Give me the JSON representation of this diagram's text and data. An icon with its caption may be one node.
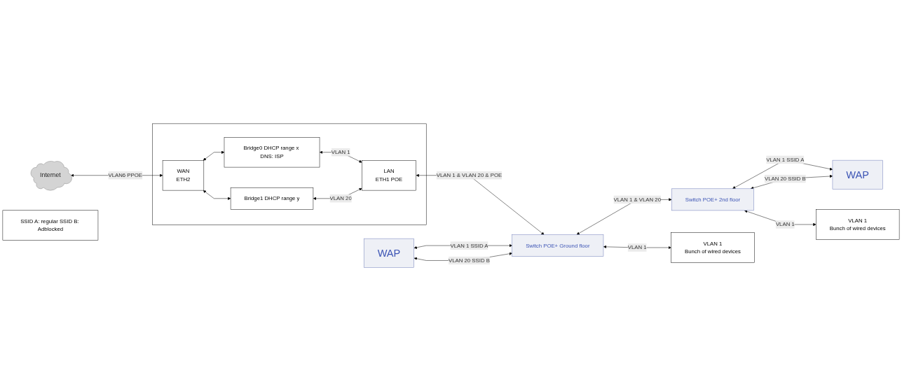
{
  "diagram": {
    "nodes": [
      {
        "text": [
          "Internet"
        ]
      },
      {
        "text": [],
        "shape": "box"
      },
      {
        "text": [
          "WAN",
          "ETH2"
        ],
        "in": 1
      },
      {
        "text": [
          "Bridge0 DHCP range x DNS: ISP"
        ],
        "in": 1
      },
      {
        "text": [
          "LAN",
          "ETH1 POE"
        ],
        "in": 1
      },
      {
        "text": [
          "Bridge1 DHCP range y"
        ],
        "in": 1
      },
      {
        "text": [
          "WAP"
        ]
      },
      {
        "text": [
          "WAP"
        ]
      },
      {
        "text": [
          "Switch POE+ Ground floor"
        ]
      },
      {
        "text": [
          "Switch POE+ 2nd floor"
        ]
      },
      {
        "text": [
          "SSID A: regular SSID B: Adblocked"
        ]
      },
      {
        "text": [
          "VLAN 1",
          "Bunch of wired devices"
        ]
      },
      {
        "text": [
          "VLAN 1",
          "Bunch of wired devices"
        ]
      }
    ],
    "edges": [
      {
        "from": 0,
        "to": 2,
        "arrow": "both",
        "label": "VLAN6 PPOE"
      },
      {
        "from": 2,
        "to": 3,
        "arrow": "both"
      },
      {
        "from": 2,
        "to": 5,
        "arrow": "both"
      },
      {
        "from": 3,
        "to": 4,
        "arrow": "both",
        "label": "VLAN 1"
      },
      {
        "from": 5,
        "to": 4,
        "arrow": "both",
        "label": "VLAN 20"
      },
      {
        "from": 4,
        "to": 8,
        "arrow": "both",
        "label": "VLAN 1 & VLAN 20 & POE"
      },
      {
        "from": 6,
        "to": 8,
        "arrow": "both",
        "label": "VLAN 1 SSID A"
      },
      {
        "from": 6,
        "to": 8,
        "arrow": "both",
        "label": "VLAN 20 SSID B"
      },
      {
        "from": 8,
        "to": 9,
        "arrow": "both",
        "label": "VLAN 1 & VLAN 20"
      },
      {
        "from": 7,
        "to": 9,
        "arrow": "both",
        "label": "VLAN 1 SSID A"
      },
      {
        "from": 7,
        "to": 9,
        "arrow": "both",
        "label": "VLAN 20 SSID B"
      },
      {
        "from": 8,
        "to": 11,
        "arrow": "both",
        "label": "VLAN 1"
      },
      {
        "from": 9,
        "to": 12,
        "arrow": "both",
        "label": "VLAN 1"
      }
    ]
  }
}
